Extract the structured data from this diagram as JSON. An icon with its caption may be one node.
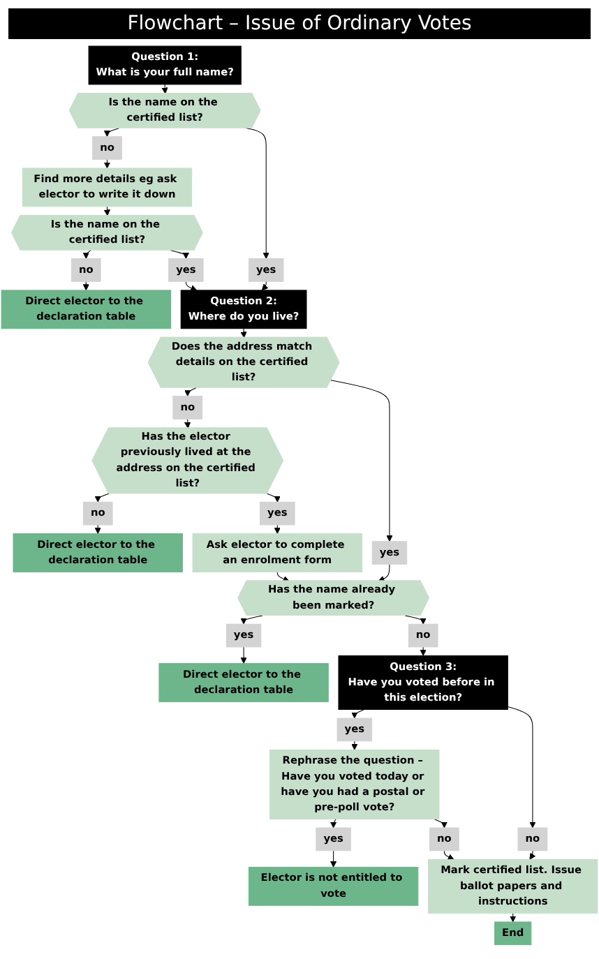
{
  "diagram": {
    "title": "Flowchart – Issue of Ordinary Votes",
    "nodes": [
      {
        "text": [
          "Question 1:",
          "What is your full name?"
        ]
      },
      {
        "text": [
          "Is the name on the certified list?"
        ]
      },
      {
        "text": [
          "no"
        ]
      },
      {
        "text": [
          "Find more details eg ask elector to write it down"
        ]
      },
      {
        "text": [
          "yes"
        ]
      },
      {
        "text": [
          "Is the name on the certified list?"
        ]
      },
      {
        "text": [
          "no"
        ]
      },
      {
        "text": [
          "yes"
        ]
      },
      {
        "text": [
          "Question 2:",
          "Where do you live?"
        ]
      },
      {
        "text": [
          "Direct elector to the declaration table"
        ]
      },
      {
        "text": [
          "Does the address match details on the certified list?"
        ]
      },
      {
        "text": [
          "no"
        ]
      },
      {
        "text": [
          "Has the elector previously lived at the address on the certified list?"
        ]
      },
      {
        "text": [
          "no"
        ]
      },
      {
        "text": [
          "Direct elector to the declaration table"
        ]
      },
      {
        "text": [
          "yes"
        ]
      },
      {
        "text": [
          "yes"
        ]
      },
      {
        "text": [
          "Ask elector to complete an enrolment form"
        ]
      },
      {
        "text": [
          "Has the name already been marked?"
        ]
      },
      {
        "text": [
          "yes"
        ]
      },
      {
        "text": [
          "Direct elector to the declaration table"
        ]
      },
      {
        "text": [
          "no"
        ]
      },
      {
        "text": [
          "Question 3:",
          "Have you voted before in this election?"
        ]
      },
      {
        "text": [
          "yes"
        ]
      },
      {
        "text": [
          "Rephrase the question – Have you voted today or have you had a postal or pre-poll vote?"
        ]
      },
      {
        "text": [
          "yes"
        ]
      },
      {
        "text": [
          "no"
        ]
      },
      {
        "text": [
          "Mark certified list. Issue ballot papers and instructions"
        ]
      },
      {
        "text": [
          "no"
        ]
      },
      {
        "text": [
          "End"
        ]
      },
      {
        "text": [
          "Elector is not entitled to vote"
        ]
      }
    ],
    "edges": [
      {
        "from": 0,
        "to": 1,
        "arrow": "to"
      },
      {
        "from": 1,
        "to": 2,
        "arrow": "to"
      },
      {
        "from": 2,
        "to": 3,
        "arrow": "to"
      },
      {
        "from": 1,
        "to": 4,
        "arrow": "to"
      },
      {
        "from": 3,
        "to": 5,
        "arrow": "to"
      },
      {
        "from": 5,
        "to": 6,
        "arrow": "to"
      },
      {
        "from": 6,
        "to": 9,
        "arrow": "to"
      },
      {
        "from": 5,
        "to": 7,
        "arrow": "to"
      },
      {
        "from": 7,
        "to": 8,
        "arrow": "to"
      },
      {
        "from": 4,
        "to": 8,
        "arrow": "to"
      },
      {
        "from": 8,
        "to": 10,
        "arrow": "to"
      },
      {
        "from": 10,
        "to": 11,
        "arrow": "to"
      },
      {
        "from": 11,
        "to": 12,
        "arrow": "to"
      },
      {
        "from": 12,
        "to": 13,
        "arrow": "to"
      },
      {
        "from": 13,
        "to": 14,
        "arrow": "to"
      },
      {
        "from": 12,
        "to": 16,
        "arrow": "to"
      },
      {
        "from": 10,
        "to": 15,
        "arrow": "to"
      },
      {
        "from": 16,
        "to": 17,
        "arrow": "to"
      },
      {
        "from": 17,
        "to": 18,
        "arrow": "to"
      },
      {
        "from": 15,
        "to": 18,
        "arrow": "to"
      },
      {
        "from": 18,
        "to": 19,
        "arrow": "to"
      },
      {
        "from": 19,
        "to": 20,
        "arrow": "to"
      },
      {
        "from": 18,
        "to": 21,
        "arrow": "to"
      },
      {
        "from": 21,
        "to": 22,
        "arrow": "to"
      },
      {
        "from": 22,
        "to": 23,
        "arrow": "to"
      },
      {
        "from": 23,
        "to": 24,
        "arrow": "to"
      },
      {
        "from": 24,
        "to": 25,
        "arrow": "to"
      },
      {
        "from": 25,
        "to": 30,
        "arrow": "to"
      },
      {
        "from": 22,
        "to": 26,
        "arrow": "to"
      },
      {
        "from": 26,
        "to": 27,
        "arrow": "to"
      },
      {
        "from": 24,
        "to": 28,
        "arrow": "to"
      },
      {
        "from": 28,
        "to": 27,
        "arrow": "to"
      },
      {
        "from": 27,
        "to": 29,
        "arrow": "to"
      }
    ]
  }
}
